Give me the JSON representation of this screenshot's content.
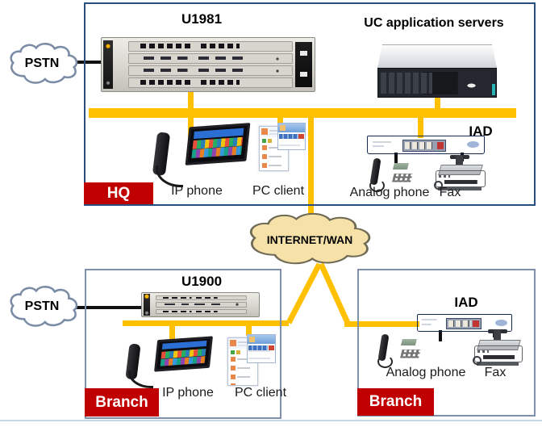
{
  "diagram": {
    "hq": {
      "region_label": "HQ",
      "pstn": "PSTN",
      "u1981": "U1981",
      "uc_servers": "UC application servers",
      "iad": "IAD",
      "ip_phone": "IP phone",
      "pc_client": "PC client",
      "analog_phone": "Analog phone",
      "fax": "Fax"
    },
    "wan": {
      "label": "INTERNET/WAN"
    },
    "branch_left": {
      "region_label": "Branch",
      "pstn": "PSTN",
      "u1900": "U1900",
      "ip_phone": "IP phone",
      "pc_client": "PC client"
    },
    "branch_right": {
      "region_label": "Branch",
      "iad": "IAD",
      "analog_phone": "Analog phone",
      "fax": "Fax"
    },
    "colors": {
      "connection_yellow": "#FFC000",
      "region_label_red": "#C00000",
      "hq_border_blue": "#2B4C7E",
      "branch_border_blue": "#7E90AC",
      "wan_cloud_fill": "#F6E2A8",
      "pstn_cloud_stroke": "#7B8CA6"
    }
  }
}
